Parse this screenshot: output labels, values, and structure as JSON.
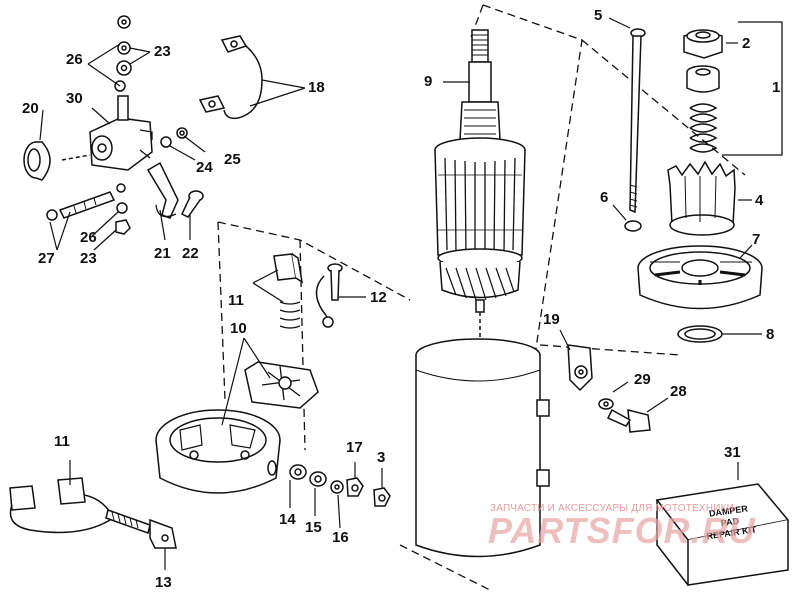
{
  "callouts": {
    "c1": "1",
    "c2": "2",
    "c3": "3",
    "c4": "4",
    "c5": "5",
    "c6": "6",
    "c7": "7",
    "c8": "8",
    "c9": "9",
    "c10": "10",
    "c11a": "11",
    "c11b": "11",
    "c12": "12",
    "c13": "13",
    "c14": "14",
    "c15": "15",
    "c16": "16",
    "c17": "17",
    "c18": "18",
    "c19": "19",
    "c20": "20",
    "c21": "21",
    "c22": "22",
    "c23a": "23",
    "c23b": "23",
    "c24": "24",
    "c25": "25",
    "c26a": "26",
    "c26b": "26",
    "c27": "27",
    "c28": "28",
    "c29": "29",
    "c30": "30",
    "c31": "31"
  },
  "kit_box": {
    "line1": "DAMPER",
    "line2": "PAD",
    "line3": "REPAIR KIT"
  },
  "watermark": {
    "tagline": "ЗАПЧАСТИ И АКСЕССУАРЫ ДЛЯ МОТОТЕХНИКИ",
    "brand": "PARTSFOR.RU"
  },
  "colors": {
    "ink": "#111111",
    "watermark": "#e8a4a4",
    "background": "#ffffff"
  }
}
